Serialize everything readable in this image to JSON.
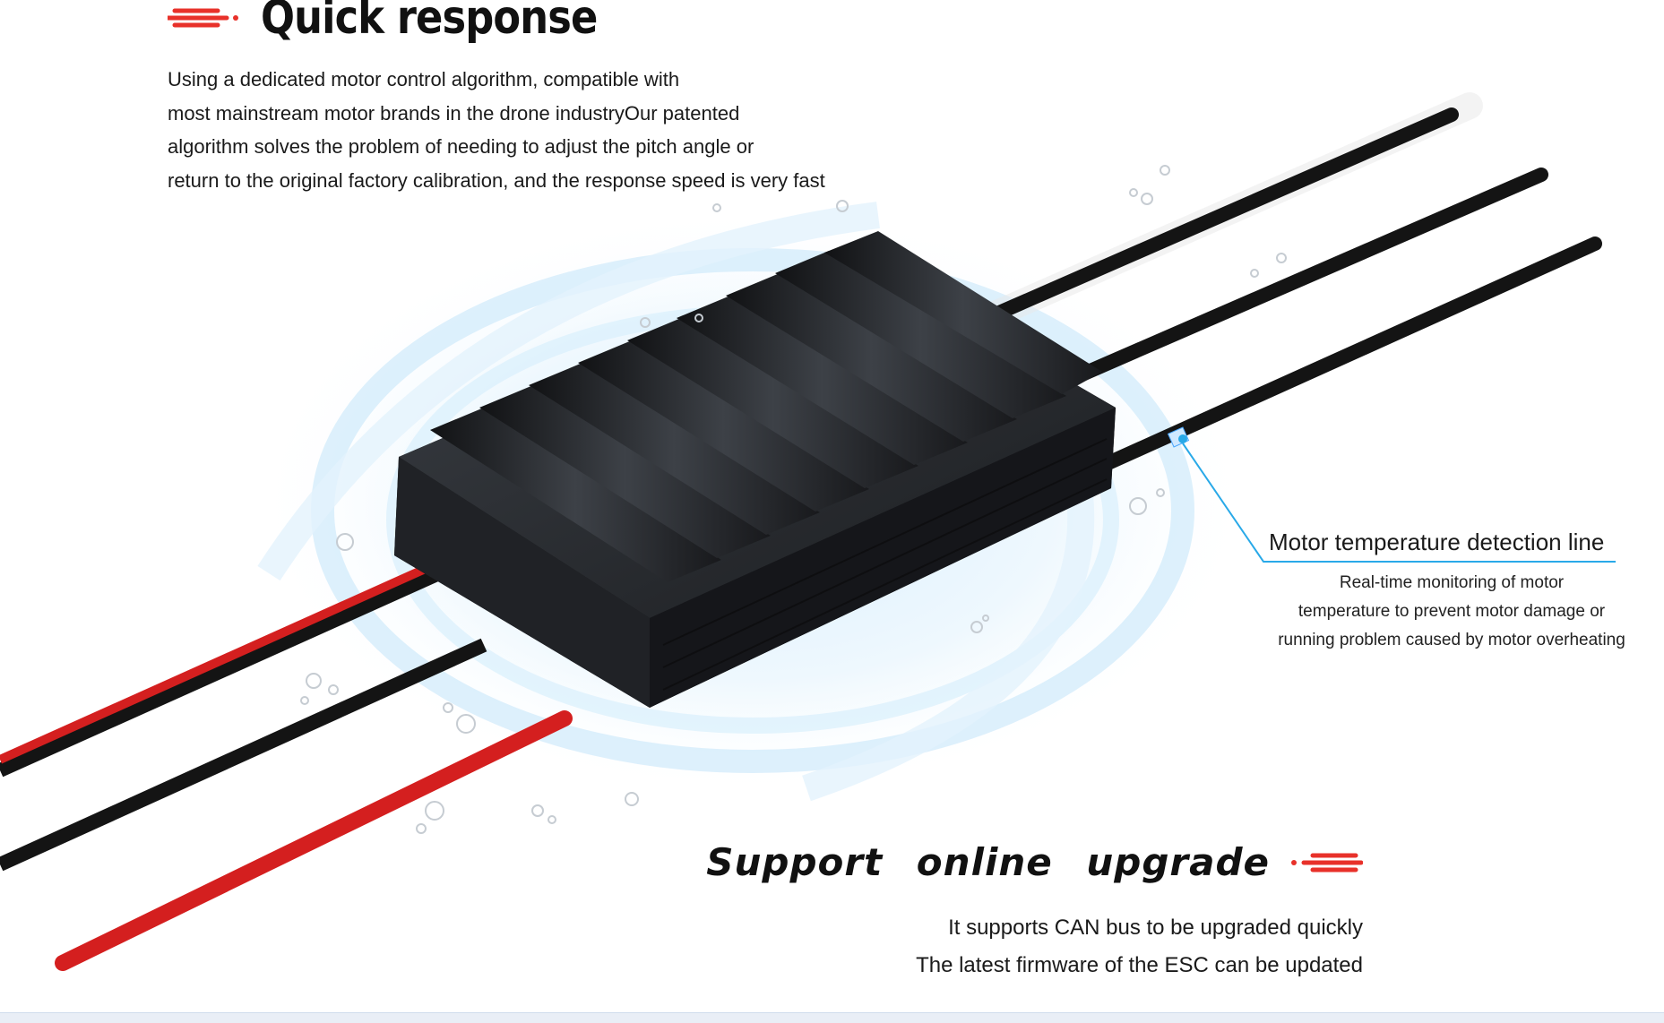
{
  "quick_response": {
    "title": "Quick response",
    "lines": [
      "Using a dedicated motor control algorithm, compatible with",
      "most mainstream motor brands in the drone industryOur patented",
      "algorithm solves the problem of needing to adjust the pitch angle or",
      "return to the original factory calibration, and the response speed is very fast"
    ]
  },
  "temperature_line": {
    "title": "Motor temperature detection line",
    "lines": [
      "Real-time monitoring of motor",
      "temperature to prevent motor damage or",
      "running problem caused by motor overheating"
    ]
  },
  "online_upgrade": {
    "title": "Support online upgrade",
    "lines": [
      "It supports CAN bus to be upgraded quickly",
      "The latest firmware of the ESC can be updated"
    ]
  },
  "colors": {
    "accent_red": "#e8312a",
    "callout_blue": "#29a9e8",
    "text_dark": "#1a1a1a"
  },
  "icons": {
    "title_marker": "speed-lines-icon",
    "product": "esc-controller-image"
  }
}
